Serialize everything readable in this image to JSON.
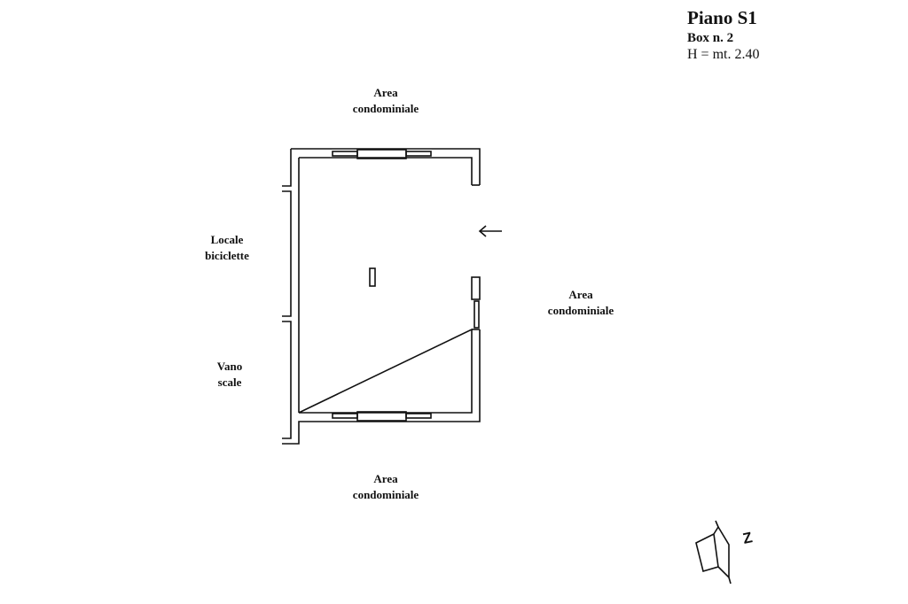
{
  "title": {
    "floor": "Piano S1",
    "unit": "Box n. 2",
    "height": "H = mt. 2.40"
  },
  "labels": {
    "area_top": [
      "Area",
      "condominiale"
    ],
    "area_right": [
      "Area",
      "condominiale"
    ],
    "area_bottom": [
      "Area",
      "condominiale"
    ],
    "bike_room": [
      "Locale",
      "biciclette"
    ],
    "stairwell": [
      "Vano",
      "scale"
    ]
  },
  "compass": {
    "north_letter": "Z"
  }
}
